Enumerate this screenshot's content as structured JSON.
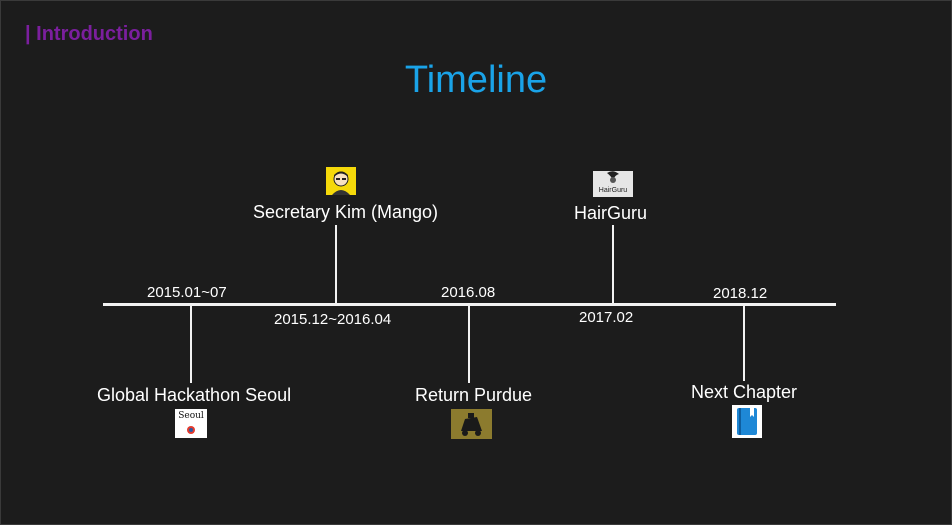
{
  "slide": {
    "section_label": "| Introduction",
    "title": "Timeline"
  },
  "dates": [
    {
      "label": "2015.01~07"
    },
    {
      "label": "2015.12~2016.04"
    },
    {
      "label": "2016.08"
    },
    {
      "label": "2017.02"
    },
    {
      "label": "2018.12"
    }
  ],
  "events": [
    {
      "name": "Global Hackathon Seoul",
      "icon": "seoul-hackathon-icon"
    },
    {
      "name": "Secretary Kim (Mango)",
      "icon": "mango-character-icon"
    },
    {
      "name": "Return Purdue",
      "icon": "purdue-train-icon"
    },
    {
      "name": "HairGuru",
      "icon": "hairguru-logo-icon"
    },
    {
      "name": "Next Chapter",
      "icon": "book-icon"
    }
  ],
  "icon_text": {
    "seoul": "Seoul",
    "hairguru": "HairGuru"
  },
  "colors": {
    "background": "#1c1c1c",
    "section_label": "#7b1f9e",
    "title": "#1aa3e8",
    "axis": "#f2f2f2",
    "text": "#ffffff"
  }
}
